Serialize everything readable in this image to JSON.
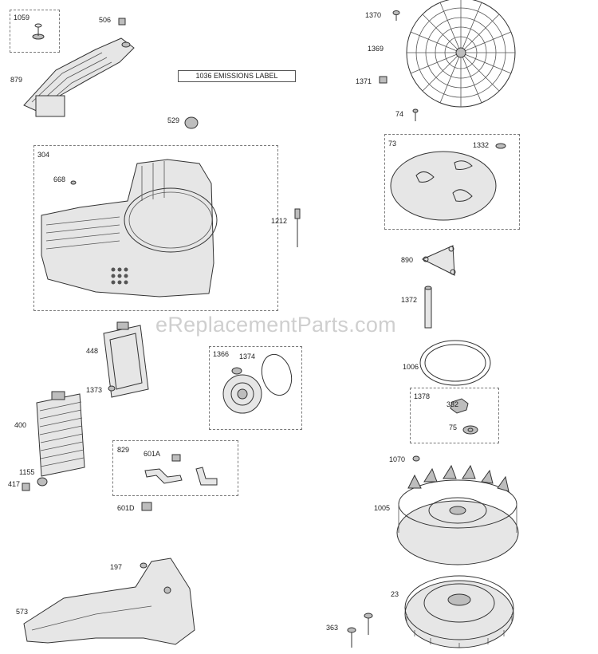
{
  "emissions_label": "1036 EMISSIONS LABEL",
  "watermark": "eReplacementParts.com",
  "callouts": {
    "p1059": "1059",
    "p506": "506",
    "p879": "879",
    "p529": "529",
    "p304": "304",
    "p668": "668",
    "p1212": "1212",
    "p448": "448",
    "p1373": "1373",
    "p400": "400",
    "p1155": "1155",
    "p417": "417",
    "p1366": "1366",
    "p1374": "1374",
    "p829": "829",
    "p601A": "601A",
    "p601D": "601D",
    "p197": "197",
    "p573": "573",
    "p1370": "1370",
    "p1369": "1369",
    "p1371": "1371",
    "p74": "74",
    "p73": "73",
    "p1332": "1332",
    "p890": "890",
    "p1372": "1372",
    "p1006": "1006",
    "p1378": "1378",
    "p332": "332",
    "p75": "75",
    "p1070": "1070",
    "p1005": "1005",
    "p23": "23",
    "p363": "363"
  }
}
